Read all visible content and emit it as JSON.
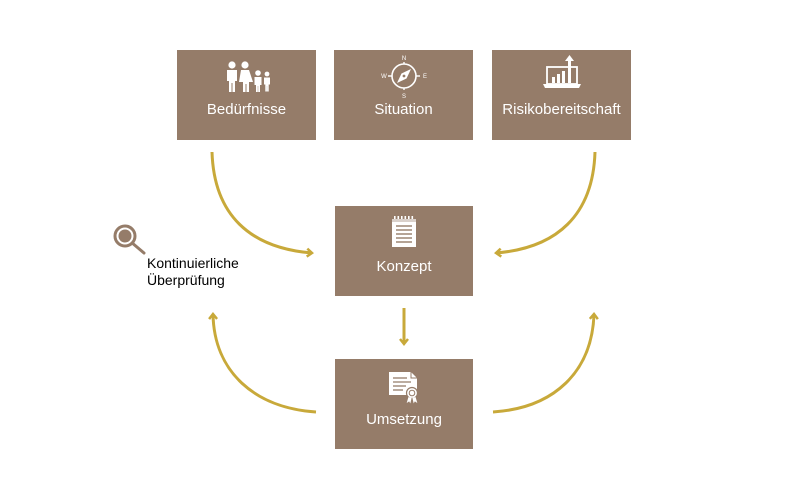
{
  "colors": {
    "box": "#957c69",
    "arrow": "#c8a93a",
    "text_on_box": "#ffffff"
  },
  "boxes": {
    "beduerfnisse": {
      "label": "Bedürfnisse",
      "icon": "family-icon"
    },
    "situation": {
      "label": "Situation",
      "icon": "compass-icon"
    },
    "risikobereitschaft": {
      "label": "Risikobereitschaft",
      "icon": "laptop-chart-icon"
    },
    "konzept": {
      "label": "Konzept",
      "icon": "notepad-icon"
    },
    "umsetzung": {
      "label": "Umsetzung",
      "icon": "certificate-icon"
    }
  },
  "review": {
    "line1": "Kontinuierliche",
    "line2": "Überprüfung",
    "icon": "magnifier-icon"
  },
  "compass": {
    "n": "N",
    "s": "S",
    "e": "E",
    "w": "W"
  }
}
